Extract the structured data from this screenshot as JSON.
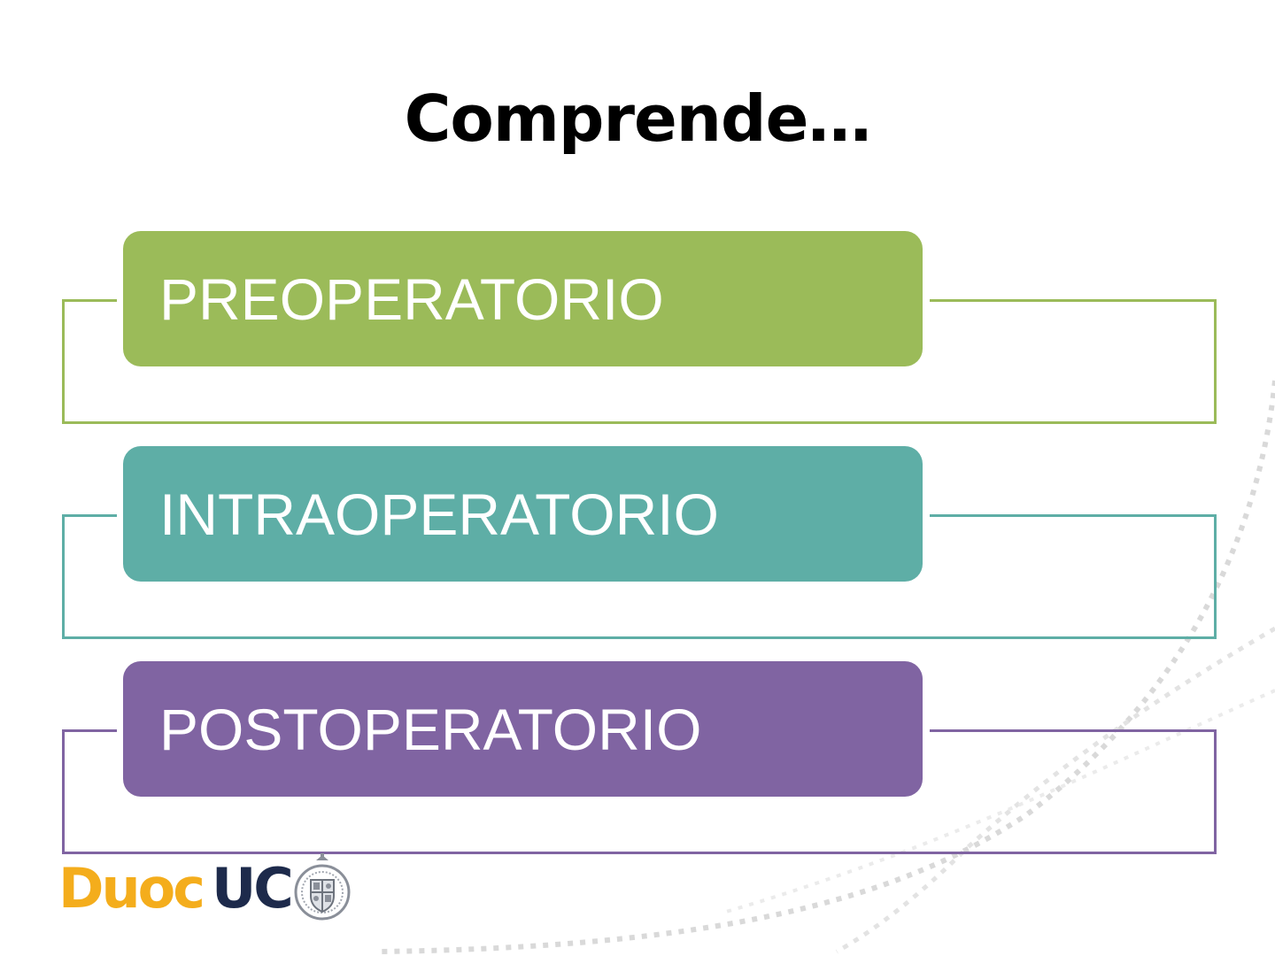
{
  "slide": {
    "title": "Comprende…",
    "items": [
      {
        "label": "PREOPERATORIO",
        "color": "#9bbb59"
      },
      {
        "label": "INTRAOPERATORIO",
        "color": "#5eaea6"
      },
      {
        "label": "POSTOPERATORIO",
        "color": "#8064a2"
      }
    ]
  },
  "logo": {
    "duoc": "Duoc",
    "uc": "UC",
    "duoc_color": "#f4ad1c",
    "uc_color": "#1d2a4b",
    "seal_icon": "university-seal-icon"
  },
  "decoration": {
    "dashed_swoosh_color": "#d9d9d9"
  }
}
